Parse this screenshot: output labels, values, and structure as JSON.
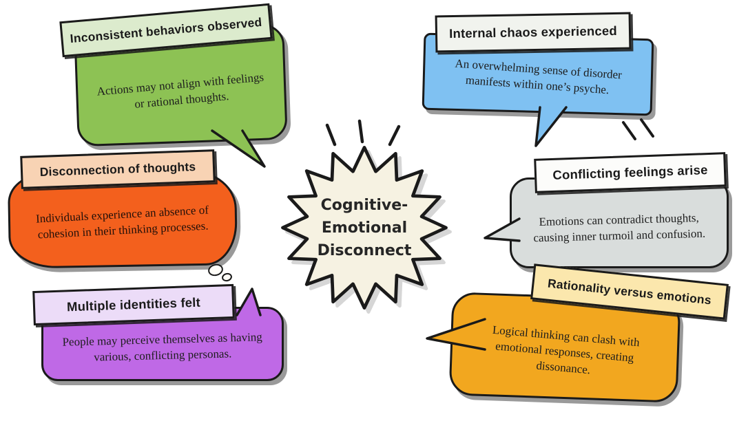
{
  "diagram": {
    "center": {
      "title_lines": [
        "Cognitive-",
        "Emotional",
        "Disconnect"
      ]
    },
    "bubbles": [
      {
        "id": "inconsistent-behaviors",
        "title": "Inconsistent behaviors observed",
        "body": "Actions may not align with feelings or rational thoughts."
      },
      {
        "id": "internal-chaos",
        "title": "Internal chaos experienced",
        "body": "An overwhelming sense of disorder manifests within one’s psyche."
      },
      {
        "id": "disconnection-of-thoughts",
        "title": "Disconnection of thoughts",
        "body": "Individuals experience an absence of cohesion in their thinking processes."
      },
      {
        "id": "conflicting-feelings",
        "title": "Conflicting feelings arise",
        "body": "Emotions can contradict thoughts, causing inner turmoil and confusion."
      },
      {
        "id": "multiple-identities",
        "title": "Multiple identities felt",
        "body": "People may perceive themselves as having various, conflicting personas."
      },
      {
        "id": "rationality-versus-emotions",
        "title": "Rationality versus emotions",
        "body": "Logical thinking can clash with emotional responses, creating dissonance."
      }
    ]
  },
  "colors": {
    "background": "#ffffff",
    "outline": "#1a1a1a",
    "center_fill": "#f6f2e2",
    "green_bubble": "#8dc254",
    "green_label": "#dcebcd",
    "blue_bubble": "#7fc1f2",
    "blue_label": "#f1f3ee",
    "orange_bubble": "#f3601d",
    "orange_label": "#f8d3b4",
    "gray_bubble": "#d9dddc",
    "gray_label": "#fcfcfa",
    "purple_bubble": "#bf69e6",
    "purple_label": "#ecdcf8",
    "amber_bubble": "#f2a71f",
    "amber_label": "#fbe7ad"
  }
}
